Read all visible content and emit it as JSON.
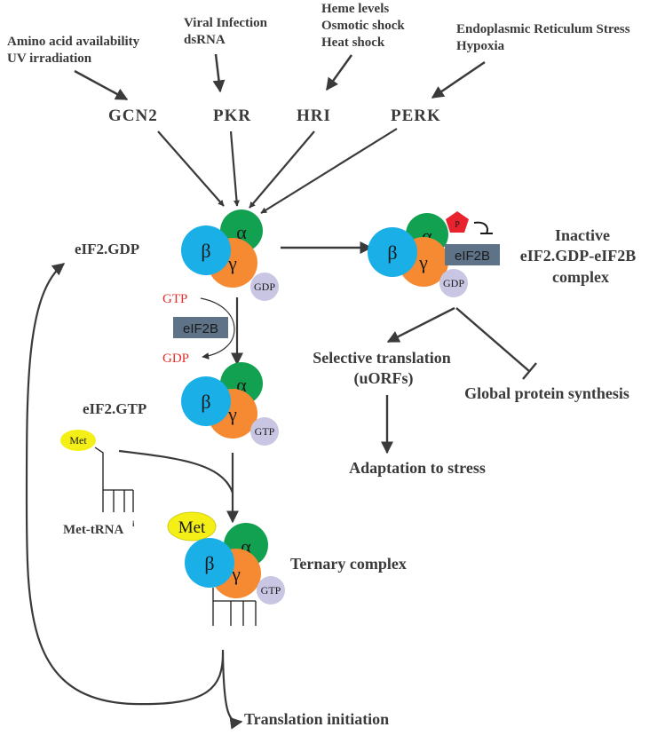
{
  "stimuli": {
    "gcn2": [
      "Amino acid availability",
      "UV irradiation"
    ],
    "pkr": [
      "Viral Infection",
      "dsRNA"
    ],
    "hri": [
      "Heme levels",
      "Osmotic shock",
      "Heat shock"
    ],
    "perk": [
      "Endoplasmic Reticulum Stress",
      "Hypoxia"
    ]
  },
  "kinases": {
    "gcn2": "GCN2",
    "pkr": "PKR",
    "hri": "HRI",
    "perk": "PERK"
  },
  "subunits": {
    "alpha": "α",
    "beta": "β",
    "gamma": "γ"
  },
  "labels": {
    "eif2_gdp": "eIF2.GDP",
    "eif2_gtp": "eIF2.GTP",
    "inactive": [
      "Inactive",
      "eIF2.GDP-eIF2B",
      "complex"
    ],
    "selective": [
      "Selective translation",
      "(uORFs)"
    ],
    "global": "Global protein synthesis",
    "adaptation": "Adaptation to stress",
    "met_trna": "Met-tRNA",
    "met_trna_sup": "i",
    "ternary": "Ternary complex",
    "translation": "Translation initiation"
  },
  "nucleotides": {
    "gdp": "GDP",
    "gtp": "GTP",
    "phospho": "P"
  },
  "exchange": {
    "gtp_in": "GTP",
    "gdp_out": "GDP",
    "factor": "eIF2B"
  },
  "met": "Met",
  "colors": {
    "alpha": "#12a150",
    "beta": "#1bafe8",
    "gamma": "#f58a32",
    "nucleotide": "#c9c6e4",
    "eif2b_box": "#5e7388",
    "met": "#f4ef16",
    "phospho": "#e8232d",
    "exchange_text": "#e0312e",
    "text": "#3a3a3a"
  }
}
